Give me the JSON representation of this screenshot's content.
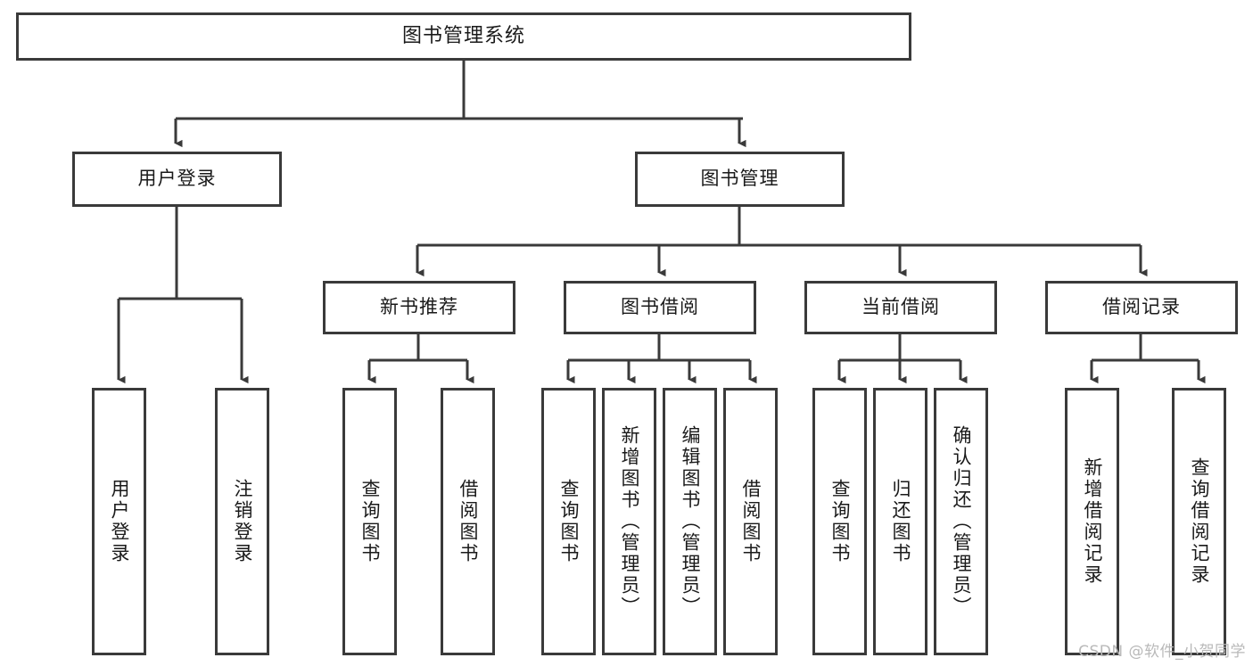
{
  "diagram": {
    "title": "图书管理系统",
    "type": "tree-hierarchy-diagram",
    "colors": {
      "box_border": "#3a3a3a",
      "box_fill": "#ffffff",
      "connector": "#3a3a3a",
      "text": "#1a1a1a",
      "watermark": "#b9b9b9",
      "background": "#ffffff"
    },
    "root": {
      "label": "图书管理系统"
    },
    "level2": [
      {
        "id": "user-login",
        "label": "用户登录"
      },
      {
        "id": "book-management",
        "label": "图书管理"
      }
    ],
    "level3": [
      {
        "id": "new-book-recommend",
        "label": "新书推荐"
      },
      {
        "id": "book-borrow",
        "label": "图书借阅"
      },
      {
        "id": "current-borrow",
        "label": "当前借阅"
      },
      {
        "id": "borrow-record",
        "label": "借阅记录"
      }
    ],
    "leaves": {
      "user_login": [
        {
          "id": "leaf-user-login",
          "label": "用户登录"
        },
        {
          "id": "leaf-user-logout",
          "label": "注销登录"
        }
      ],
      "new_book_recommend": [
        {
          "id": "leaf-query-book-1",
          "label": "查询图书"
        },
        {
          "id": "leaf-borrow-book-1",
          "label": "借阅图书"
        }
      ],
      "book_borrow": [
        {
          "id": "leaf-query-book-2",
          "label": "查询图书"
        },
        {
          "id": "leaf-add-book",
          "label": "新增图书（管理员）"
        },
        {
          "id": "leaf-edit-book",
          "label": "编辑图书（管理员）"
        },
        {
          "id": "leaf-borrow-book-2",
          "label": "借阅图书"
        }
      ],
      "current_borrow": [
        {
          "id": "leaf-query-book-3",
          "label": "查询图书"
        },
        {
          "id": "leaf-return-book",
          "label": "归还图书"
        },
        {
          "id": "leaf-confirm-return",
          "label": "确认归还（管理员）"
        }
      ],
      "borrow_record": [
        {
          "id": "leaf-add-borrow-record",
          "label": "新增借阅记录"
        },
        {
          "id": "leaf-query-borrow-record",
          "label": "查询借阅记录"
        }
      ]
    },
    "watermark": "CSDN @软件_小贺同学"
  }
}
